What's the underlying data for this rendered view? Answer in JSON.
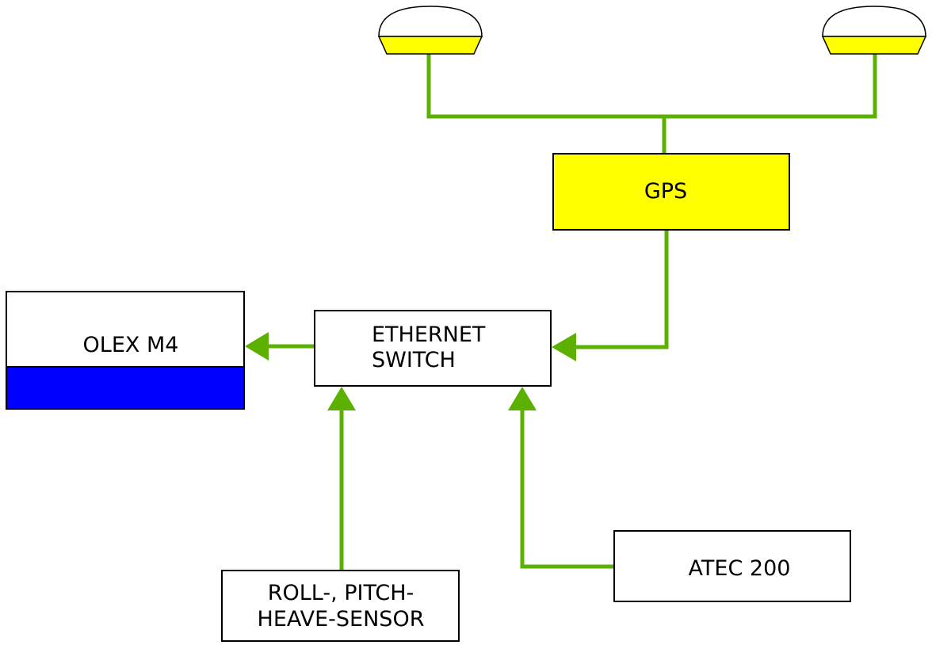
{
  "colors": {
    "line": "#5bb000",
    "gps_fill": "#ffff00",
    "olex_bottom": "#0000ff",
    "box_fill": "#ffffff",
    "stroke": "#000000"
  },
  "nodes": {
    "gps": {
      "label": "GPS"
    },
    "olex": {
      "label": "OLEX M4"
    },
    "switch": {
      "line1": "ETHERNET",
      "line2": "SWITCH"
    },
    "sensor": {
      "line1": "ROLL-, PITCH-",
      "line2": "HEAVE-SENSOR"
    },
    "atec": {
      "label": "ATEC 200"
    }
  },
  "icons": {
    "antenna_left": "gps-antenna-icon",
    "antenna_right": "gps-antenna-icon"
  }
}
